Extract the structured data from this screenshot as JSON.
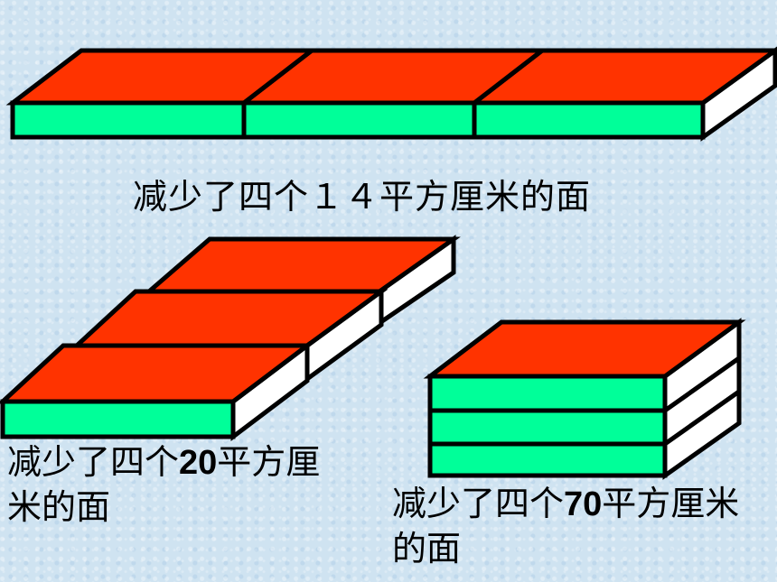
{
  "colors": {
    "top_face": "#ff3300",
    "front_face": "#00ff99",
    "side_face": "#ffffff",
    "outline": "#000000",
    "background": "#cfe3f1"
  },
  "captions": {
    "top": "减少了四个１４平方厘米的面",
    "left_pre": "减少了四个",
    "left_num": "20",
    "left_post": "平方厘米的面",
    "right_pre": "减少了四个",
    "right_num": "70",
    "right_post": "平方厘米的面"
  }
}
